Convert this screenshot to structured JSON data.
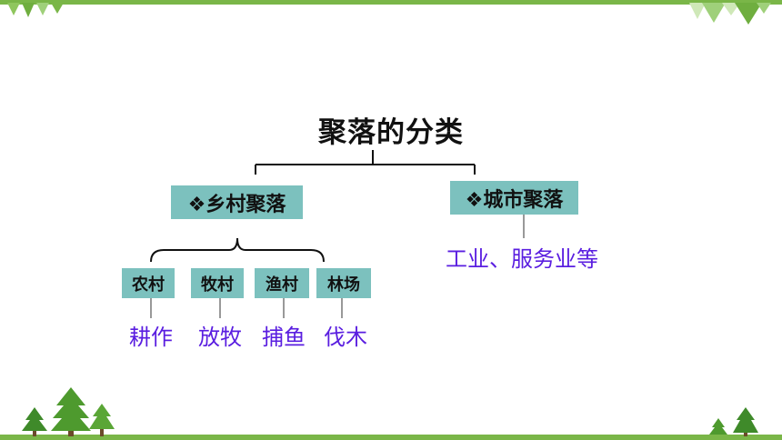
{
  "title": "聚落的分类",
  "branches": {
    "rural": "❖乡村聚落",
    "urban": "❖城市聚落"
  },
  "rural_types": [
    "农村",
    "牧村",
    "渔村",
    "林场"
  ],
  "rural_activities": [
    "耕作",
    "放牧",
    "捕鱼",
    "伐木"
  ],
  "urban_activity": "工业、服务业等",
  "colors": {
    "frame": "#7ab648",
    "box_fill": "#7cc1be",
    "activity_text": "#5a1ee0",
    "tree": "#3f8a2a",
    "tree_light": "#9fd07a"
  },
  "decorations": [
    "tree-icon",
    "triangle-bunting"
  ]
}
